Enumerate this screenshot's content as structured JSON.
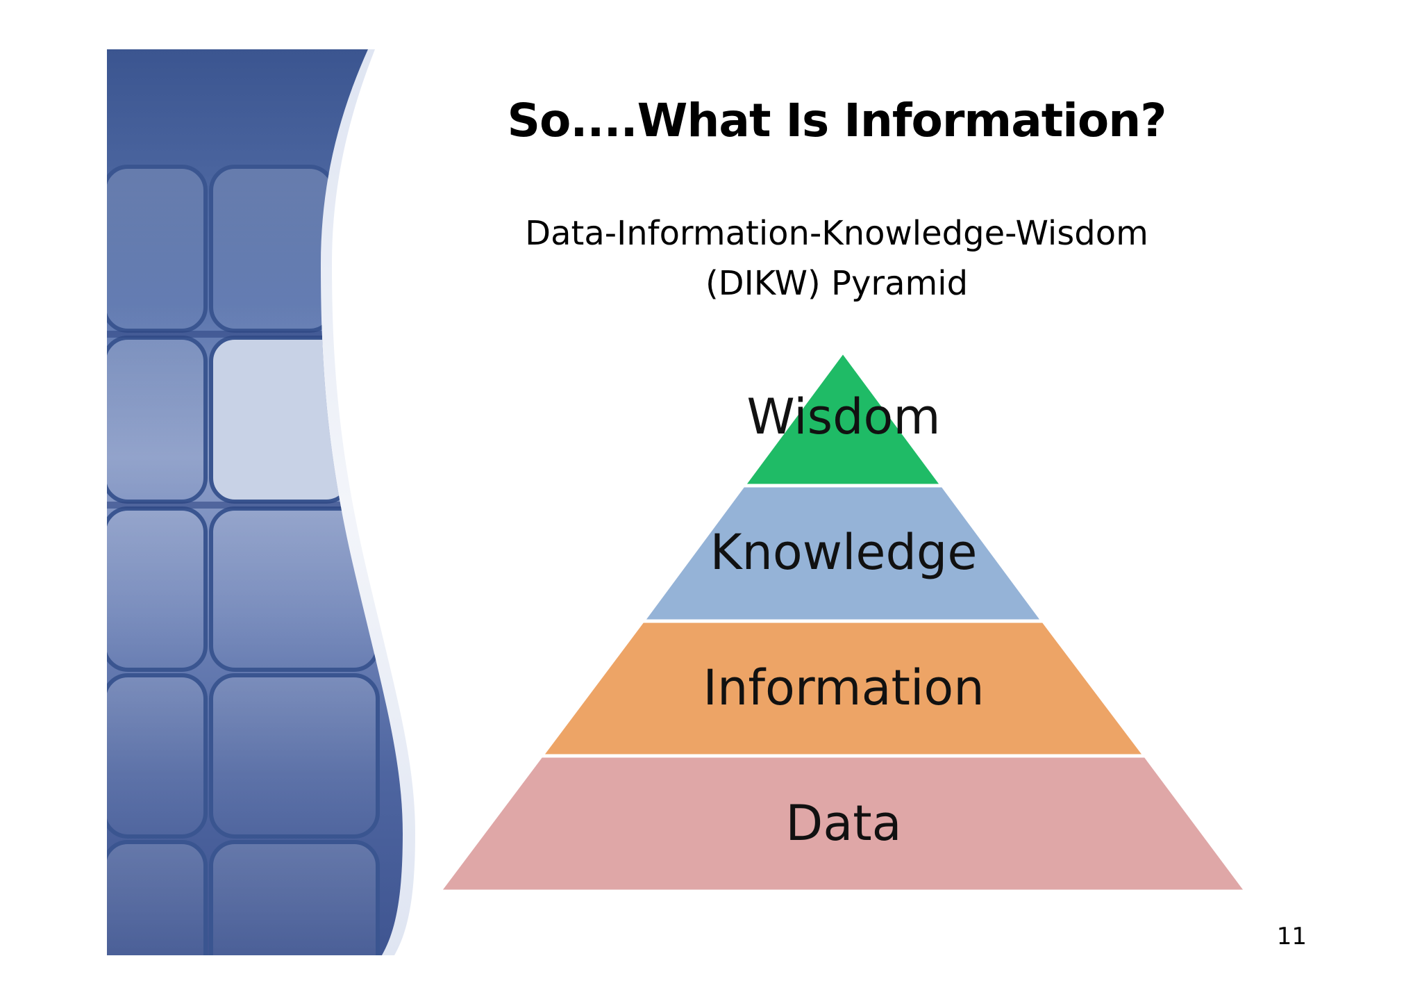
{
  "slide": {
    "title": "So....What Is Information?",
    "subtitle_line1": "Data-Information-Knowledge-Wisdom",
    "subtitle_line2": "(DIKW) Pyramid",
    "page_number": "11"
  },
  "pyramid": {
    "levels": [
      {
        "label": "Wisdom",
        "color": "#1fbb66"
      },
      {
        "label": "Knowledge",
        "color": "#95b3d7"
      },
      {
        "label": "Information",
        "color": "#eda466"
      },
      {
        "label": "Data",
        "color": "#dfa7a7"
      }
    ]
  },
  "theme": {
    "banner_color": "#3d5590",
    "highlight_tile_color": "#c8d2e6"
  }
}
